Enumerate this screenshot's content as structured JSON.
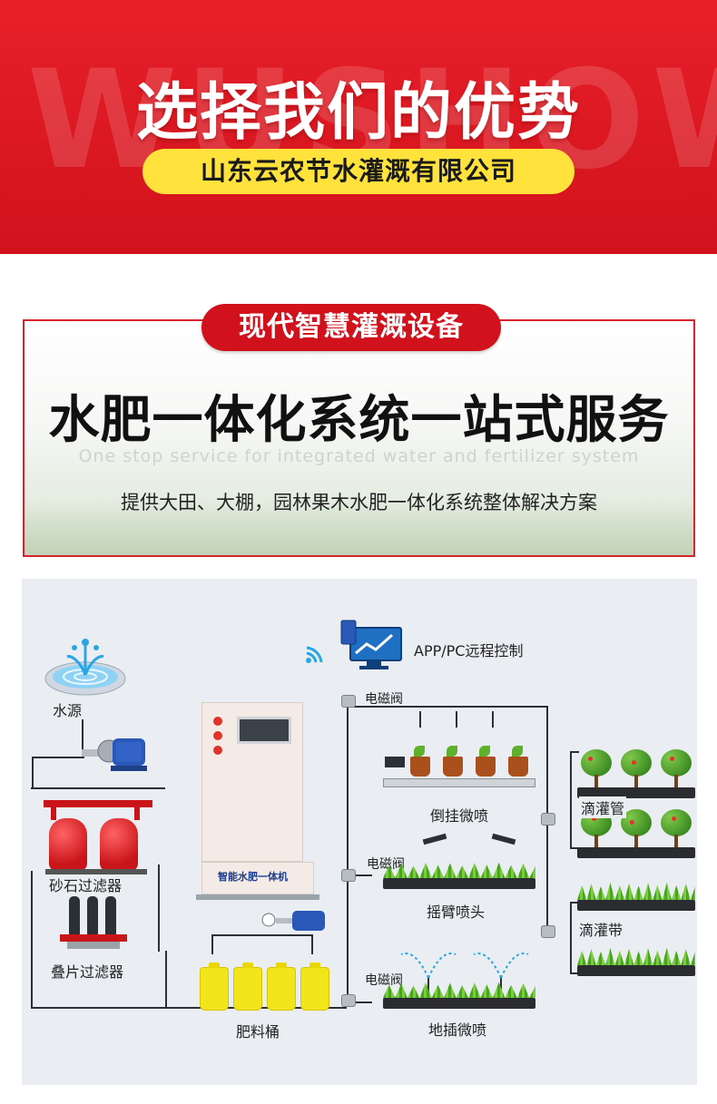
{
  "banner": {
    "watermark": "WUSHOW",
    "title": "选择我们的优势",
    "company": "山东云农节水灌溉有限公司"
  },
  "service": {
    "pill": "现代智慧灌溉设备",
    "headline": "水肥一体化系统一站式服务",
    "subtitle_en": "One stop service for integrated water and fertilizer system",
    "description": "提供大田、大棚，园林果木水肥一体化系统整体解决方案"
  },
  "diagram": {
    "remote_control": "APP/PC远程控制",
    "water_source": "水源",
    "sand_filter": "砂石过滤器",
    "disc_filter": "叠片过滤器",
    "machine_label": "智能水肥一体机",
    "fertilizer_bucket": "肥料桶",
    "valve_1": "电磁阀",
    "valve_2": "电磁阀",
    "valve_3": "电磁阀",
    "hanging_micro_spray": "倒挂微喷",
    "rocker_sprinkler": "摇臂喷头",
    "ground_micro_spray": "地插微喷",
    "drip_pipe": "滴灌管",
    "drip_tape": "滴灌带",
    "colors": {
      "pipe": "#2b2f36",
      "accent": "#d1121c",
      "yellow": "#ffe23b",
      "water": "#2aa6e0"
    }
  }
}
